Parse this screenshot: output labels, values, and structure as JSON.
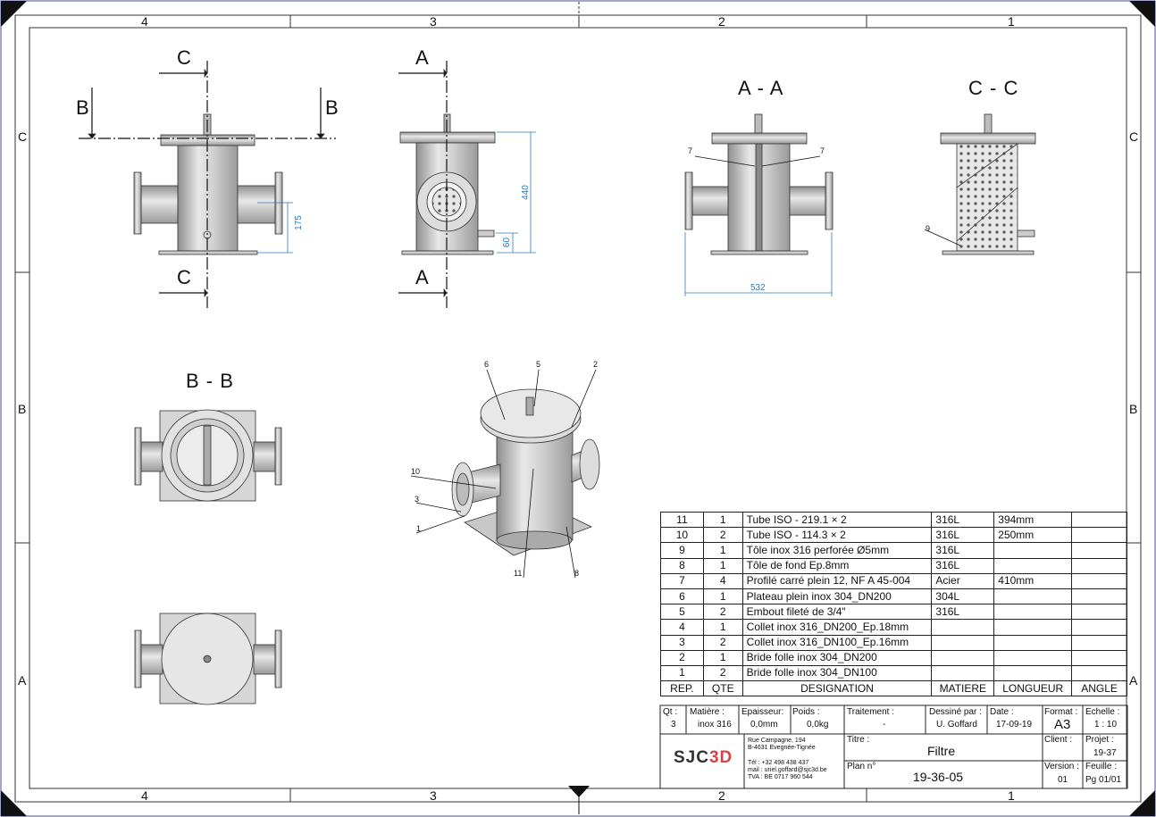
{
  "frame": {
    "zones_top": [
      "4",
      "3",
      "2",
      "1"
    ],
    "zones_bottom": [
      "4",
      "3",
      "2",
      "1"
    ],
    "zones_left": [
      "C",
      "B",
      "A"
    ],
    "zones_right": [
      "C",
      "B",
      "A"
    ]
  },
  "views": {
    "cut_left_top": "C",
    "cut_left_bottom": "C",
    "cut_b_left": "B",
    "cut_b_right": "B",
    "cut_a_top": "A",
    "cut_a_bottom": "A",
    "section_aa": "A - A",
    "section_cc": "C - C",
    "section_bb": "B - B"
  },
  "dimensions": {
    "d175": "175",
    "d440": "440",
    "d60": "60",
    "d532": "532"
  },
  "balloons": {
    "aa_left": "7",
    "aa_right": "7",
    "cc": "9",
    "iso_6": "6",
    "iso_5": "5",
    "iso_2": "2",
    "iso_10": "10",
    "iso_3": "3",
    "iso_1": "1",
    "iso_11": "11",
    "iso_8": "8"
  },
  "bom": {
    "rows": [
      {
        "rep": "11",
        "qte": "1",
        "designation": "Tube ISO - 219.1 × 2",
        "matiere": "316L",
        "longueur": "394mm",
        "angle": ""
      },
      {
        "rep": "10",
        "qte": "2",
        "designation": "Tube ISO - 114.3 × 2",
        "matiere": "316L",
        "longueur": "250mm",
        "angle": ""
      },
      {
        "rep": "9",
        "qte": "1",
        "designation": "Tôle inox 316 perforée Ø5mm",
        "matiere": "316L",
        "longueur": "",
        "angle": ""
      },
      {
        "rep": "8",
        "qte": "1",
        "designation": "Tôle de fond Ep.8mm",
        "matiere": "316L",
        "longueur": "",
        "angle": ""
      },
      {
        "rep": "7",
        "qte": "4",
        "designation": "Profilé carré plein 12, NF A 45-004",
        "matiere": "Acier",
        "longueur": "410mm",
        "angle": ""
      },
      {
        "rep": "6",
        "qte": "1",
        "designation": "Plateau plein inox 304_DN200",
        "matiere": "304L",
        "longueur": "",
        "angle": ""
      },
      {
        "rep": "5",
        "qte": "2",
        "designation": "Embout fileté de 3/4\"",
        "matiere": "316L",
        "longueur": "",
        "angle": ""
      },
      {
        "rep": "4",
        "qte": "1",
        "designation": "Collet inox 316_DN200_Ep.18mm",
        "matiere": "",
        "longueur": "",
        "angle": ""
      },
      {
        "rep": "3",
        "qte": "2",
        "designation": "Collet inox 316_DN100_Ep.16mm",
        "matiere": "",
        "longueur": "",
        "angle": ""
      },
      {
        "rep": "2",
        "qte": "1",
        "designation": "Bride folle inox 304_DN200",
        "matiere": "",
        "longueur": "",
        "angle": ""
      },
      {
        "rep": "1",
        "qte": "2",
        "designation": "Bride folle inox 304_DN100",
        "matiere": "",
        "longueur": "",
        "angle": ""
      }
    ],
    "headers": {
      "rep": "REP.",
      "qte": "QTE",
      "designation": "DESIGNATION",
      "matiere": "MATIERE",
      "longueur": "LONGUEUR",
      "angle": "ANGLE"
    }
  },
  "title_block": {
    "qt_label": "Qt :",
    "qt_value": "3",
    "matiere_label": "Matière :",
    "matiere_value": "inox 316",
    "epaisseur_label": "Epaisseur:",
    "epaisseur_value": "0,0mm",
    "poids_label": "Poids :",
    "poids_value": "0,0kg",
    "traitement_label": "Traitement :",
    "traitement_value": "-",
    "dessine_label": "Dessiné par :",
    "dessine_value": "U. Goffard",
    "date_label": "Date :",
    "date_value": "17-09-19",
    "format_label": "Format :",
    "format_value": "A3",
    "echelle_label": "Echelle :",
    "echelle_value": "1 : 10",
    "titre_label": "Titre :",
    "titre_value": "Filtre",
    "client_label": "Client :",
    "client_value": "",
    "projet_label": "Projet :",
    "projet_value": "19-37",
    "plan_label": "Plan n°",
    "plan_value": "19-36-05",
    "version_label": "Version :",
    "version_value": "01",
    "feuille_label": "Feuille :",
    "feuille_value": "Pg 01/01",
    "logo_text_a": "SJC",
    "logo_text_b": "3D",
    "address_1": "Rue Campagne, 194",
    "address_2": "B-4631 Evegnée-Tignée",
    "tel": "Tél : +32 498 438 437",
    "mail": "mail : uriel.goffard@sjc3d.be",
    "tva": "TVA : BE 0717 960 544"
  }
}
